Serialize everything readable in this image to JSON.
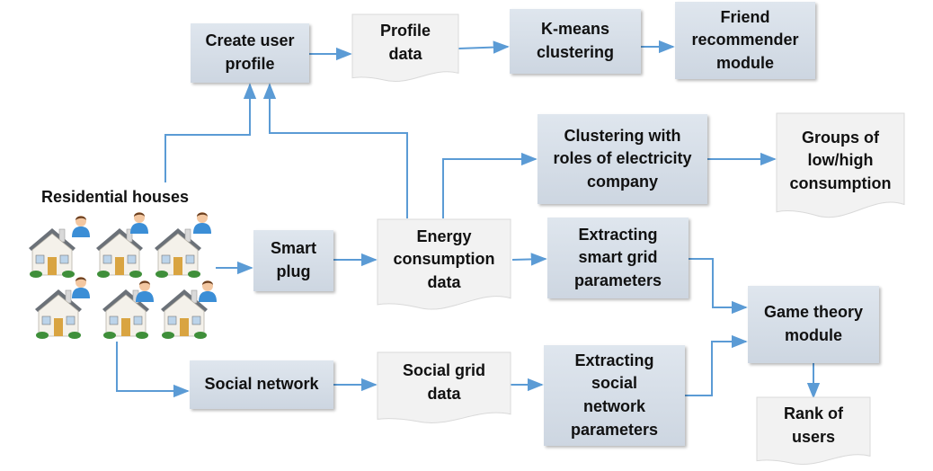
{
  "diagram": {
    "nodes": {
      "create_user_profile": "Create user\nprofile",
      "profile_data": "Profile\ndata",
      "kmeans": "K-means\nclustering",
      "friend_recommender": "Friend\nrecommender\nmodule",
      "clustering_roles": "Clustering with\nroles of electricity\ncompany",
      "groups": "Groups of\nlow/high\nconsumption",
      "residential_houses": "Residential houses",
      "smart_plug": "Smart\nplug",
      "energy_data": "Energy\nconsumption\ndata",
      "extract_smart_grid": "Extracting\nsmart grid\nparameters",
      "game_theory": "Game theory\nmodule",
      "social_network": "Social network",
      "social_grid_data": "Social grid\ndata",
      "extract_social": "Extracting\nsocial\nnetwork\nparameters",
      "rank_users": "Rank of\nusers"
    },
    "icons": {
      "house": "house-icon",
      "user": "user-icon"
    },
    "colors": {
      "arrow": "#5b9bd5",
      "process_box": "#d5dde7",
      "document": "#f2f2f2"
    }
  }
}
